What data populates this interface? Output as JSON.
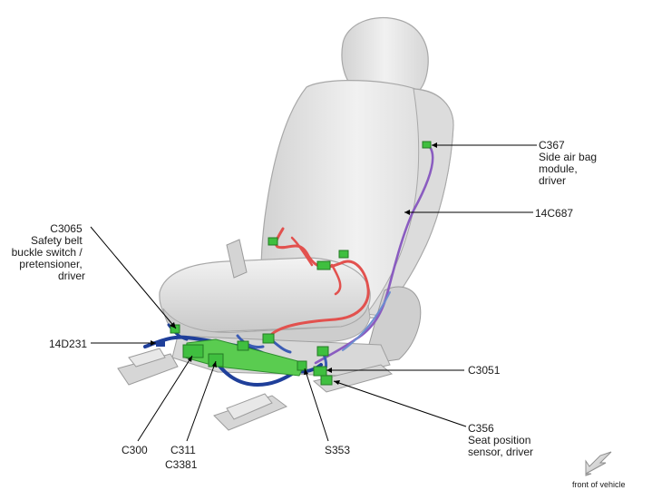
{
  "colors": {
    "seat_fill": "#e4e4e4",
    "seat_edge": "#a8a8a8",
    "harness_blue": "#1f3f9a",
    "harness_red": "#e2514e",
    "harness_purple": "#8a5cc0",
    "connector_green": "#3fbf3f",
    "leader_line": "#000000"
  },
  "labels": {
    "c367": [
      "C367",
      "Side air bag",
      "module,",
      "driver"
    ],
    "h14c687": [
      "14C687"
    ],
    "c3065": [
      "C3065",
      "Safety belt",
      "buckle switch /",
      "pretensioner,",
      "driver"
    ],
    "h14d231": [
      "14D231"
    ],
    "c3051": [
      "C3051"
    ],
    "c356": [
      "C356",
      "Seat position",
      "sensor, driver"
    ],
    "c300": [
      "C300"
    ],
    "c311": [
      "C311",
      "C3381"
    ],
    "s353": [
      "S353"
    ]
  },
  "front_of_vehicle": {
    "icon": "arrow-down-left-icon",
    "text": "front of vehicle"
  }
}
